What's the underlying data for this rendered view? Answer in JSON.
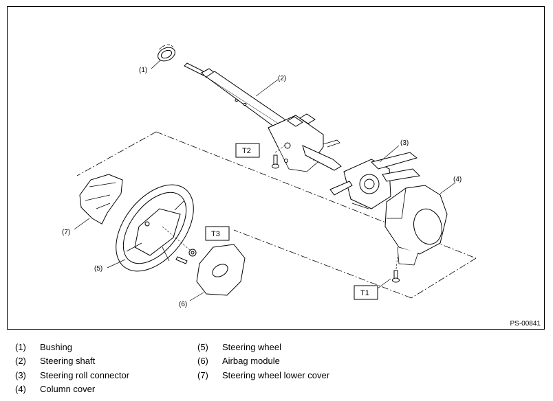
{
  "diagram": {
    "figure_code": "PS-00841",
    "callouts": {
      "c1": "(1)",
      "c2": "(2)",
      "c3": "(3)",
      "c4": "(4)",
      "c5": "(5)",
      "c6": "(6)",
      "c7": "(7)"
    },
    "torque_tags": {
      "t1": "T1",
      "t2": "T2",
      "t3": "T3"
    }
  },
  "legend": {
    "items": [
      {
        "num": "(1)",
        "name": "Bushing"
      },
      {
        "num": "(2)",
        "name": "Steering shaft"
      },
      {
        "num": "(3)",
        "name": "Steering roll connector"
      },
      {
        "num": "(4)",
        "name": "Column cover"
      },
      {
        "num": "(5)",
        "name": "Steering wheel"
      },
      {
        "num": "(6)",
        "name": "Airbag module"
      },
      {
        "num": "(7)",
        "name": "Steering wheel lower cover"
      }
    ]
  }
}
